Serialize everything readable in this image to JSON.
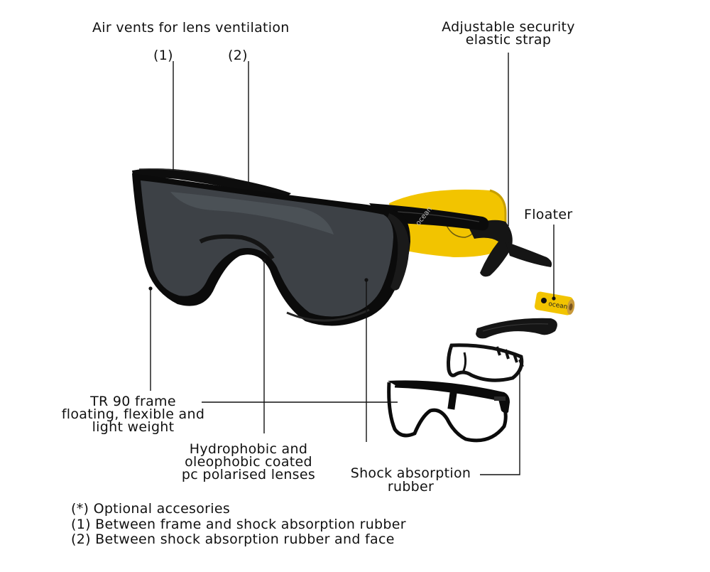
{
  "colors": {
    "background": "#ffffff",
    "text": "#111111",
    "frame": "#0b0b0b",
    "lens_tint": "#3d4146",
    "floater_yellow": "#f2c400"
  },
  "labels": {
    "vents_title": "Air vents for lens ventilation",
    "vent_1": "(1)",
    "vent_2": "(2)",
    "strap": "Adjustable security\nelastic strap",
    "floater": "Floater",
    "frame": "TR 90 frame\nfloating, flexible and\nlight weight",
    "lenses": "Hydrophobic and\noleophobic coated\npc polarised lenses",
    "rubber": "Shock absorption\nrubber"
  },
  "brand": {
    "temple_text": "ocean",
    "floater_text": "ocean"
  },
  "footnotes": [
    "(*) Optional accesories",
    "(1) Between frame and shock absorption rubber",
    "(2) Between shock absorption rubber and face"
  ]
}
